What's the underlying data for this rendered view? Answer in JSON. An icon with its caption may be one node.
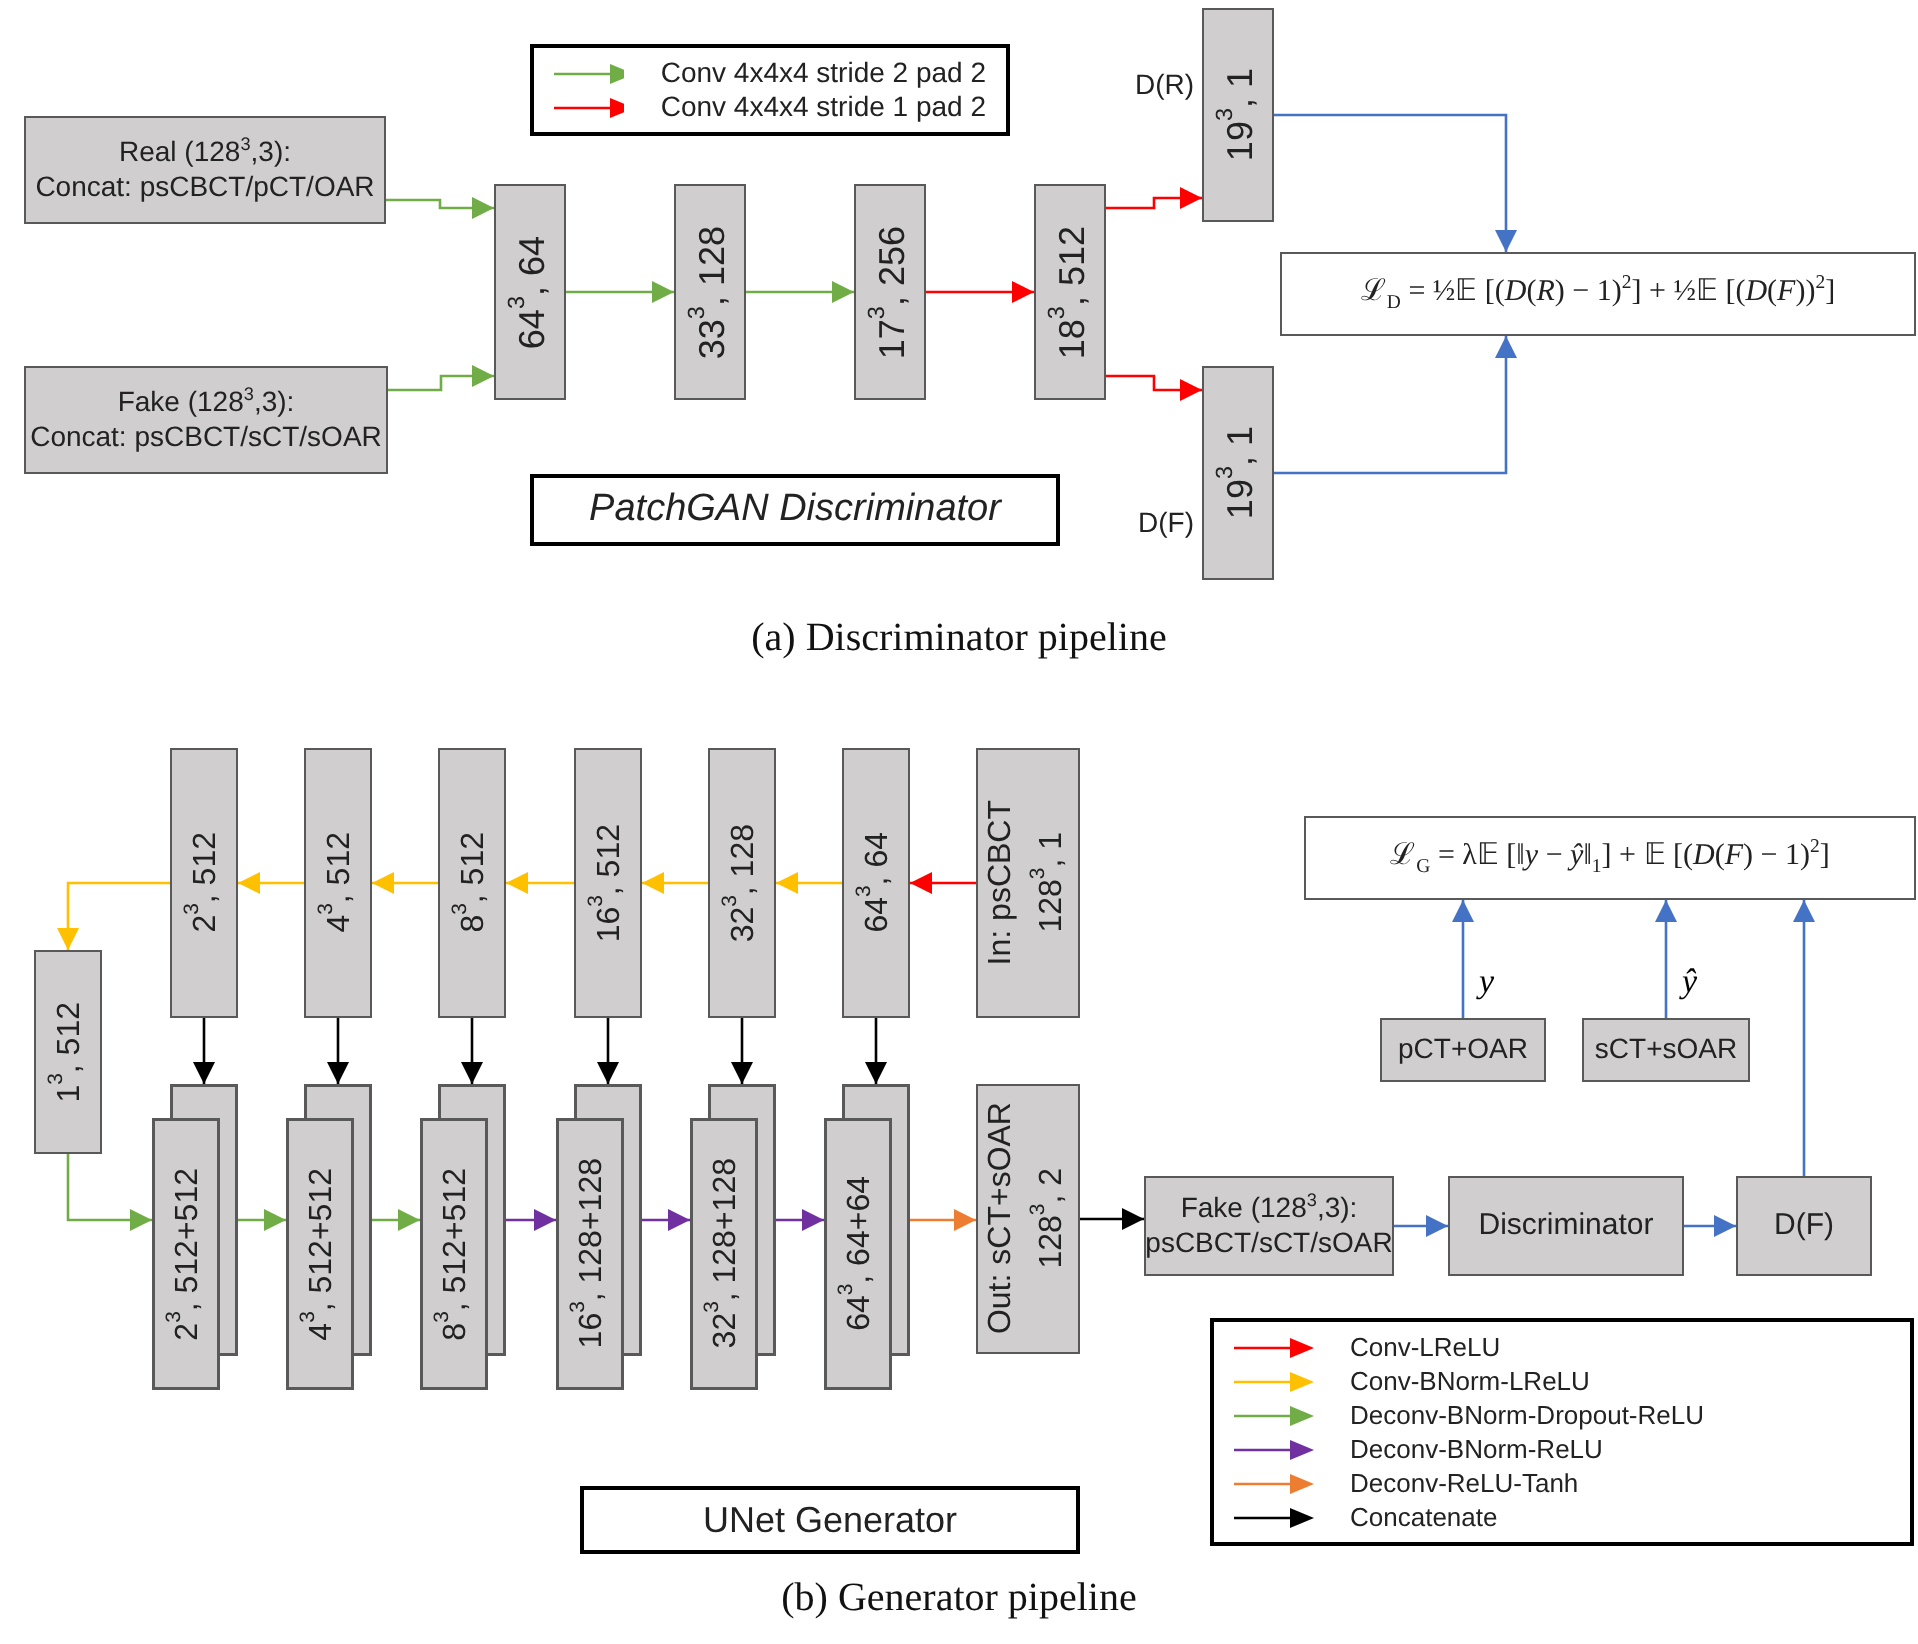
{
  "diagram": {
    "nodes": [
      {
        "text": [
          "Real (128$^{3}$,3):",
          "Concat: psCBCT/pCT/OAR"
        ]
      },
      {
        "text": [
          "Fake (128$^{3}$,3):",
          "Concat: psCBCT/sCT/sOAR"
        ]
      },
      {
        "text": [
          "64$^{3}$, 64"
        ]
      },
      {
        "text": [
          "33$^{3}$, 128"
        ]
      },
      {
        "text": [
          "17$^{3}$, 256"
        ]
      },
      {
        "text": [
          "18$^{3}$, 512"
        ]
      },
      {
        "text": [
          "19$^{3}$, 1"
        ],
        "beside": [
          "D(R)"
        ]
      },
      {
        "text": [
          "19$^{3}$, 1"
        ],
        "beside": [
          "D(F)"
        ]
      },
      {
        "text": [
          "ℒ$_{D}$ = ½𝔼 [(*D*(*R*) − 1)$^{2}$] + ½𝔼 [(*D*(*F*))$^{2}$]"
        ]
      },
      {
        "text": [
          "PatchGAN Discriminator"
        ]
      },
      {
        "text": [
          "In: psCBCT",
          "128$^{3}$, 1"
        ]
      },
      {
        "text": [
          "64$^{3}$, 64"
        ]
      },
      {
        "text": [
          "32$^{3}$, 128"
        ]
      },
      {
        "text": [
          "16$^{3}$, 512"
        ]
      },
      {
        "text": [
          "8$^{3}$, 512"
        ]
      },
      {
        "text": [
          "4$^{3}$, 512"
        ]
      },
      {
        "text": [
          "2$^{3}$, 512"
        ]
      },
      {
        "text": [
          "1$^{3}$, 512"
        ]
      },
      {
        "text": [
          "2$^{3}$, 512+512"
        ]
      },
      {
        "text": [
          "4$^{3}$, 512+512"
        ]
      },
      {
        "text": [
          "8$^{3}$, 512+512"
        ]
      },
      {
        "text": [
          "16$^{3}$, 128+128"
        ]
      },
      {
        "text": [
          "32$^{3}$, 128+128"
        ]
      },
      {
        "text": [
          "64$^{3}$, 64+64"
        ]
      },
      {
        "text": [
          "Out: sCT+sOAR",
          "128$^{3}$, 2"
        ]
      },
      {
        "text": [
          "ℒ$_{G}$ = λ𝔼 [‖*y* − *ŷ*‖$_{1}$] + 𝔼 [(*D*(*F*) − 1)$^{2}$]"
        ]
      },
      {
        "text": [
          "pCT+OAR"
        ]
      },
      {
        "text": [
          "sCT+sOAR"
        ]
      },
      {
        "text": [
          "Fake (128$^{3}$,3):",
          "psCBCT/sCT/sOAR"
        ]
      },
      {
        "text": [
          "Discriminator"
        ]
      },
      {
        "text": [
          "D(F)"
        ]
      },
      {
        "text": [
          "UNet Generator"
        ]
      }
    ],
    "edges": [
      {
        "from": 0,
        "to": 2,
        "arrow": "to",
        "color": "#70ad47"
      },
      {
        "from": 1,
        "to": 2,
        "arrow": "to",
        "color": "#70ad47"
      },
      {
        "from": 2,
        "to": 3,
        "arrow": "to",
        "color": "#70ad47"
      },
      {
        "from": 3,
        "to": 4,
        "arrow": "to",
        "color": "#70ad47"
      },
      {
        "from": 4,
        "to": 5,
        "arrow": "to",
        "color": "#ff0000"
      },
      {
        "from": 5,
        "to": 6,
        "arrow": "to",
        "color": "#ff0000"
      },
      {
        "from": 5,
        "to": 7,
        "arrow": "to",
        "color": "#ff0000"
      },
      {
        "from": 6,
        "to": 8,
        "arrow": "to",
        "color": "#4472c4"
      },
      {
        "from": 7,
        "to": 8,
        "arrow": "to",
        "color": "#4472c4"
      },
      {
        "from": 10,
        "to": 11,
        "arrow": "to",
        "color": "#ff0000"
      },
      {
        "from": 11,
        "to": 12,
        "arrow": "to",
        "color": "#ffc000"
      },
      {
        "from": 12,
        "to": 13,
        "arrow": "to",
        "color": "#ffc000"
      },
      {
        "from": 13,
        "to": 14,
        "arrow": "to",
        "color": "#ffc000"
      },
      {
        "from": 14,
        "to": 15,
        "arrow": "to",
        "color": "#ffc000"
      },
      {
        "from": 15,
        "to": 16,
        "arrow": "to",
        "color": "#ffc000"
      },
      {
        "from": 16,
        "to": 17,
        "arrow": "to",
        "color": "#ffc000"
      },
      {
        "from": 16,
        "to": 18,
        "arrow": "to",
        "color": "#000000"
      },
      {
        "from": 15,
        "to": 19,
        "arrow": "to",
        "color": "#000000"
      },
      {
        "from": 14,
        "to": 20,
        "arrow": "to",
        "color": "#000000"
      },
      {
        "from": 13,
        "to": 21,
        "arrow": "to",
        "color": "#000000"
      },
      {
        "from": 12,
        "to": 22,
        "arrow": "to",
        "color": "#000000"
      },
      {
        "from": 11,
        "to": 23,
        "arrow": "to",
        "color": "#000000"
      },
      {
        "from": 17,
        "to": 18,
        "arrow": "to",
        "color": "#70ad47"
      },
      {
        "from": 18,
        "to": 19,
        "arrow": "to",
        "color": "#70ad47"
      },
      {
        "from": 19,
        "to": 20,
        "arrow": "to",
        "color": "#70ad47"
      },
      {
        "from": 20,
        "to": 21,
        "arrow": "to",
        "color": "#7030a0"
      },
      {
        "from": 21,
        "to": 22,
        "arrow": "to",
        "color": "#7030a0"
      },
      {
        "from": 22,
        "to": 23,
        "arrow": "to",
        "color": "#7030a0"
      },
      {
        "from": 23,
        "to": 24,
        "arrow": "to",
        "color": "#ed7d31"
      },
      {
        "from": 24,
        "to": 28,
        "arrow": "to",
        "color": "#000000"
      },
      {
        "from": 28,
        "to": 29,
        "arrow": "to",
        "color": "#4472c4"
      },
      {
        "from": 29,
        "to": 30,
        "arrow": "to",
        "color": "#4472c4"
      },
      {
        "from": 26,
        "to": 25,
        "arrow": "to",
        "color": "#4472c4",
        "label": "y"
      },
      {
        "from": 27,
        "to": 25,
        "arrow": "to",
        "color": "#4472c4",
        "label": "ŷ"
      },
      {
        "from": 30,
        "to": 25,
        "arrow": "to",
        "color": "#4472c4"
      }
    ],
    "labels": [
      "(a) Discriminator pipeline",
      "(b) Generator pipeline"
    ],
    "legend": [
      {
        "text": "Conv 4x4x4 stride 2 pad 2",
        "color": "#70ad47"
      },
      {
        "text": "Conv 4x4x4 stride 1 pad 2",
        "color": "#ff0000"
      },
      {
        "text": "Conv-LReLU",
        "color": "#ff0000"
      },
      {
        "text": "Conv-BNorm-LReLU",
        "color": "#ffc000"
      },
      {
        "text": "Deconv-BNorm-Dropout-ReLU",
        "color": "#70ad47"
      },
      {
        "text": "Deconv-BNorm-ReLU",
        "color": "#7030a0"
      },
      {
        "text": "Deconv-ReLU-Tanh",
        "color": "#ed7d31"
      },
      {
        "text": "Concatenate",
        "color": "#000000"
      }
    ]
  }
}
